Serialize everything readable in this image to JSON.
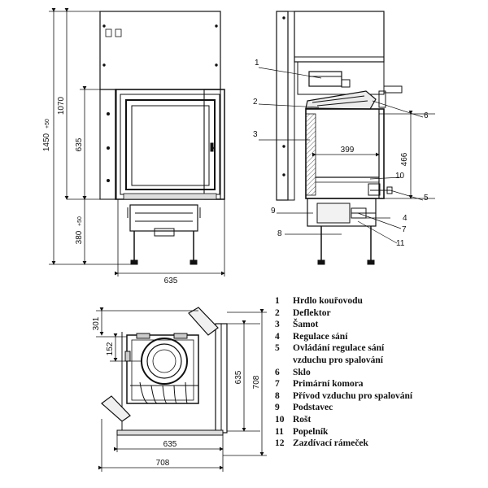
{
  "dimensions": {
    "front_total_height": "1450",
    "front_total_height_tol": "+50",
    "front_body_height": "1070",
    "front_glass_height": "635",
    "front_base_height": "380",
    "front_base_height_tol": "+50",
    "front_width": "635",
    "side_inner_width": "399",
    "side_height": "466",
    "plan_depth_301": "301",
    "plan_depth_152": "152",
    "plan_side_635": "635",
    "plan_side_708": "708",
    "plan_width_635": "635",
    "plan_width_708": "708"
  },
  "callouts": [
    "1",
    "2",
    "3",
    "4",
    "5",
    "6",
    "7",
    "8",
    "9",
    "10",
    "11"
  ],
  "legend": [
    {
      "num": "1",
      "text": "Hrdlo kouřovodu"
    },
    {
      "num": "2",
      "text": "Deflektor"
    },
    {
      "num": "3",
      "text": "Šamot"
    },
    {
      "num": "4",
      "text": "Regulace sání"
    },
    {
      "num": "5",
      "text": "Ovládání regulace sání\nvzduchu pro spalování"
    },
    {
      "num": "6",
      "text": "Sklo"
    },
    {
      "num": "7",
      "text": "Primární komora"
    },
    {
      "num": "8",
      "text": "Přívod vzduchu pro spalování"
    },
    {
      "num": "9",
      "text": "Podstavec"
    },
    {
      "num": "10",
      "text": "Rošt"
    },
    {
      "num": "11",
      "text": "Popelník"
    },
    {
      "num": "12",
      "text": "Zazdívací rámeček"
    }
  ]
}
